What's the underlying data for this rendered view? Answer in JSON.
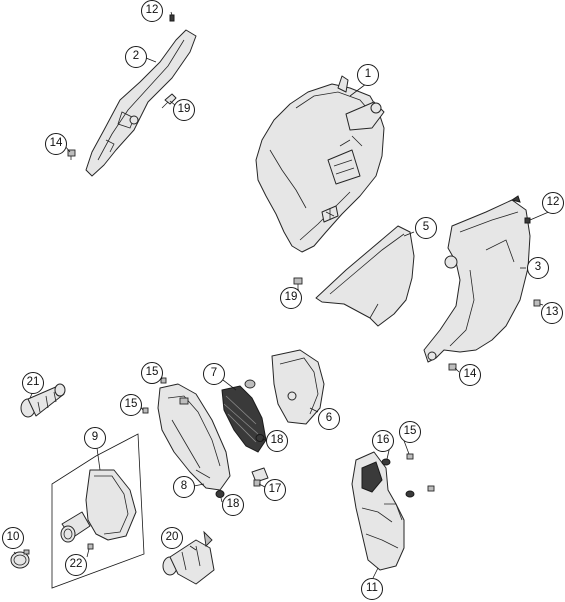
{
  "callouts": {
    "c1": "1",
    "c2": "2",
    "c3": "3",
    "c5": "5",
    "c6": "6",
    "c7": "7",
    "c8": "8",
    "c9": "9",
    "c10": "10",
    "c11": "11",
    "c12a": "12",
    "c12b": "12",
    "c13": "13",
    "c14a": "14",
    "c14b": "14",
    "c15a": "15",
    "c15b": "15",
    "c15c": "15",
    "c16": "16",
    "c17": "17",
    "c18a": "18",
    "c18b": "18",
    "c19a": "19",
    "c19b": "19",
    "c20": "20",
    "c21": "21",
    "c22": "22"
  }
}
